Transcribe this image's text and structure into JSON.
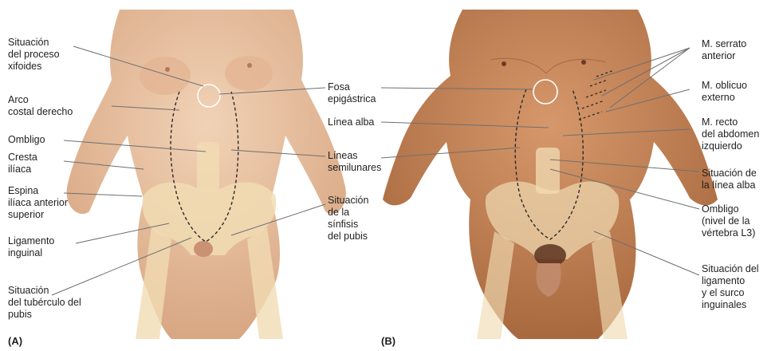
{
  "panels": {
    "a": {
      "letter": "(A)"
    },
    "b": {
      "letter": "(B)"
    }
  },
  "labels": {
    "xifoides": [
      "Situación",
      "del proceso",
      "xifoides"
    ],
    "arco": [
      "Arco",
      "costal derecho"
    ],
    "ombligo_a": [
      "Ombligo"
    ],
    "cresta": [
      "Cresta",
      "ilíaca"
    ],
    "espina": [
      "Espina",
      "ilíaca anterior",
      "superior"
    ],
    "ligamento": [
      "Ligamento",
      "inguinal"
    ],
    "tuberculo": [
      "Situación",
      "del tubérculo del",
      "pubis"
    ],
    "fosa": [
      "Fosa",
      "epigástrica"
    ],
    "linea_alba": [
      "Línea alba"
    ],
    "semilunares": [
      "Líneas",
      "semilunares"
    ],
    "sinfisis": [
      "Situación",
      "de la",
      "sínfisis",
      "del pubis"
    ],
    "serrato": [
      "M. serrato",
      "anterior"
    ],
    "oblicuo": [
      "M. oblicuo",
      "externo"
    ],
    "recto": [
      "M. recto",
      "del abdomen",
      "izquierdo"
    ],
    "sit_alba": [
      "Situación de",
      "la línea alba"
    ],
    "ombligo_b": [
      "Ombligo",
      "(nivel de la",
      "vértebra L3)"
    ],
    "sit_lig": [
      "Situación del",
      "ligamento",
      "y el surco",
      "inguinales"
    ]
  },
  "colors": {
    "skin_a": "#e9c3a3",
    "skin_b": "#c8865a",
    "bone": "#f1dcb4",
    "leader": "#6f6f6f"
  }
}
